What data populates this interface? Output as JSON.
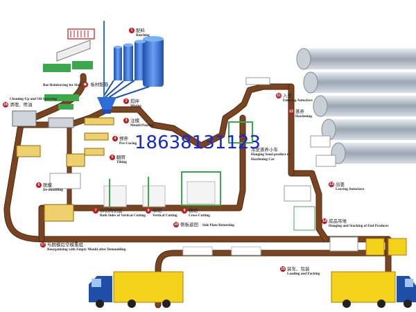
{
  "phone": "18638131123",
  "steps": [
    {
      "num": "1",
      "cn": "配料",
      "en": "Batching"
    },
    {
      "num": "2",
      "cn": "搅拌",
      "en": "Mixing"
    },
    {
      "num": "3",
      "cn": "注模",
      "en": "Mould Pouring"
    },
    {
      "num": "4",
      "cn": "预养",
      "en": "Pre-Curing"
    },
    {
      "num": "5",
      "cn": "翻转",
      "en": "Tilting"
    },
    {
      "num": "6",
      "cn": "脱模",
      "en": "De-moulding"
    },
    {
      "num": "7",
      "cn": "纵切两侧面",
      "en": "Both Sides of Vertical Cutting"
    },
    {
      "num": "8",
      "cn": "纵切",
      "en": "Vertical Cutting"
    },
    {
      "num": "9",
      "cn": "横切",
      "en": "Cross Cutting"
    },
    {
      "num": "10",
      "cn": "侧板返回",
      "en": "Side Plate Returning"
    },
    {
      "num": "11",
      "cn": "入釜",
      "en": "Entering Autoclave"
    },
    {
      "num": "12",
      "cn": "蒸养",
      "en": "Hardening"
    },
    {
      "num": "13",
      "cn": "出釜",
      "en": "Leaving Autoclave"
    },
    {
      "num": "14",
      "cn": "成品吊堆",
      "en": "Hanging and Stacking of End Products"
    },
    {
      "num": "15",
      "cn": "装车、包装",
      "en": "Loading and Packing"
    },
    {
      "num": "16",
      "cn": "清理、喷油",
      "en": "Cleaning-Up and Oil-Spraying"
    },
    {
      "num": "17",
      "cn": "与脱模后空模重组",
      "en": "Reorganizing with Empty Mould after Demoulding"
    }
  ],
  "labels": {
    "rebar_en": "Bar-Reinforcing for Slab",
    "rebar_cn": "板材配筋",
    "hanging_cn": "吊至蒸养小车",
    "hanging_en1": "Hanging Semi-product to",
    "hanging_en2": "Hardening Car"
  },
  "colors": {
    "track": "#7a4420",
    "track_edge": "#4a2a10",
    "badge": "#c0181c",
    "silo": "#2d6fd6",
    "autoclave": "#b8c2cc",
    "truck_cab": "#1f4fa8",
    "truck_box": "#f5d21a",
    "mould": "#f0d06a",
    "phone": "#1428d8"
  }
}
